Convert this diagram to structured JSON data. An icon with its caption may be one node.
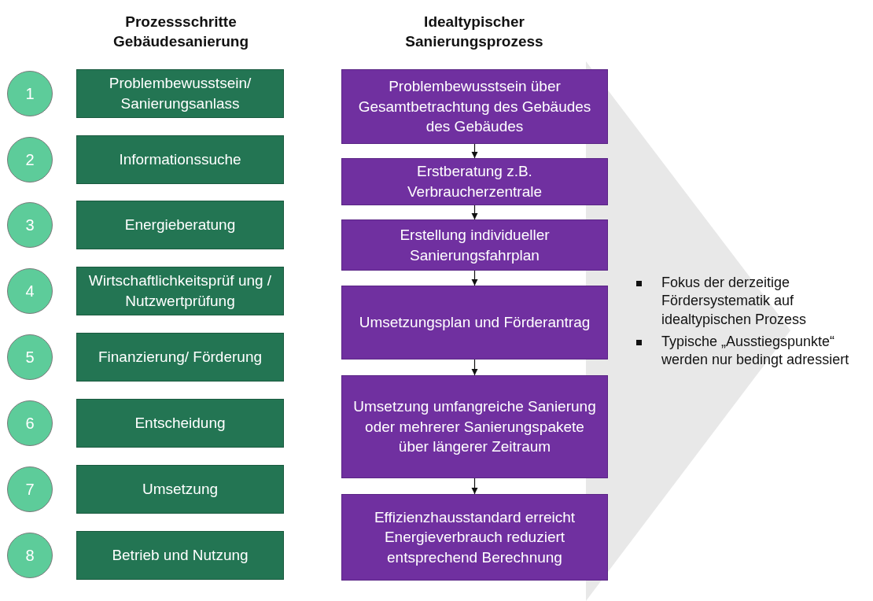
{
  "diagram": {
    "nodes": [
      {
        "text": [
          "1"
        ]
      },
      {
        "text": [
          "Problembewusstsein/ Sanierungsanlass"
        ]
      },
      {
        "text": [
          "2"
        ]
      },
      {
        "text": [
          "Informationssuche"
        ]
      },
      {
        "text": [
          "3"
        ]
      },
      {
        "text": [
          "Energieberatung"
        ]
      },
      {
        "text": [
          "4"
        ]
      },
      {
        "text": [
          "Wirtschaftlichkeitsprüf ung / Nutzwertprüfung"
        ]
      },
      {
        "text": [
          "5"
        ]
      },
      {
        "text": [
          "Finanzierung/ Förderung"
        ]
      },
      {
        "text": [
          "6"
        ]
      },
      {
        "text": [
          "Entscheidung"
        ]
      },
      {
        "text": [
          "7"
        ]
      },
      {
        "text": [
          "Umsetzung"
        ]
      },
      {
        "text": [
          "8"
        ]
      },
      {
        "text": [
          "Betrieb und Nutzung"
        ]
      },
      {
        "text": [
          "Problembewusstsein über Gesamtbetrachtung des Gebäudes des Gebäudes"
        ]
      },
      {
        "text": [
          "Erstberatung z.B. Verbraucherzentrale"
        ]
      },
      {
        "text": [
          "Erstellung individueller Sanierungsfahrplan"
        ]
      },
      {
        "text": [
          "Umsetzungsplan und Förderantrag"
        ]
      },
      {
        "text": [
          "Umsetzung umfangreiche Sanierung oder mehrerer Sanierungspakete über längerer Zeitraum"
        ]
      },
      {
        "text": [
          "Effizienzhausstandard erreicht Energieverbrauch reduziert entsprechend Berechnung"
        ]
      }
    ],
    "edges": [
      {
        "from": 16,
        "to": 17,
        "arrow": "to"
      },
      {
        "from": 17,
        "to": 18,
        "arrow": "to"
      },
      {
        "from": 18,
        "to": 19,
        "arrow": "to"
      },
      {
        "from": 19,
        "to": 20,
        "arrow": "to"
      },
      {
        "from": 20,
        "to": 21,
        "arrow": "to"
      }
    ],
    "labels": [
      "Prozessschritte Gebäudesanierung",
      "Idealtypischer Sanierungsprozess",
      "Fokus der derzeitige Fördersystematik auf idealtypischen Prozess",
      "Typische „Ausstiegspunkte“ werden nur bedingt adressiert"
    ]
  }
}
